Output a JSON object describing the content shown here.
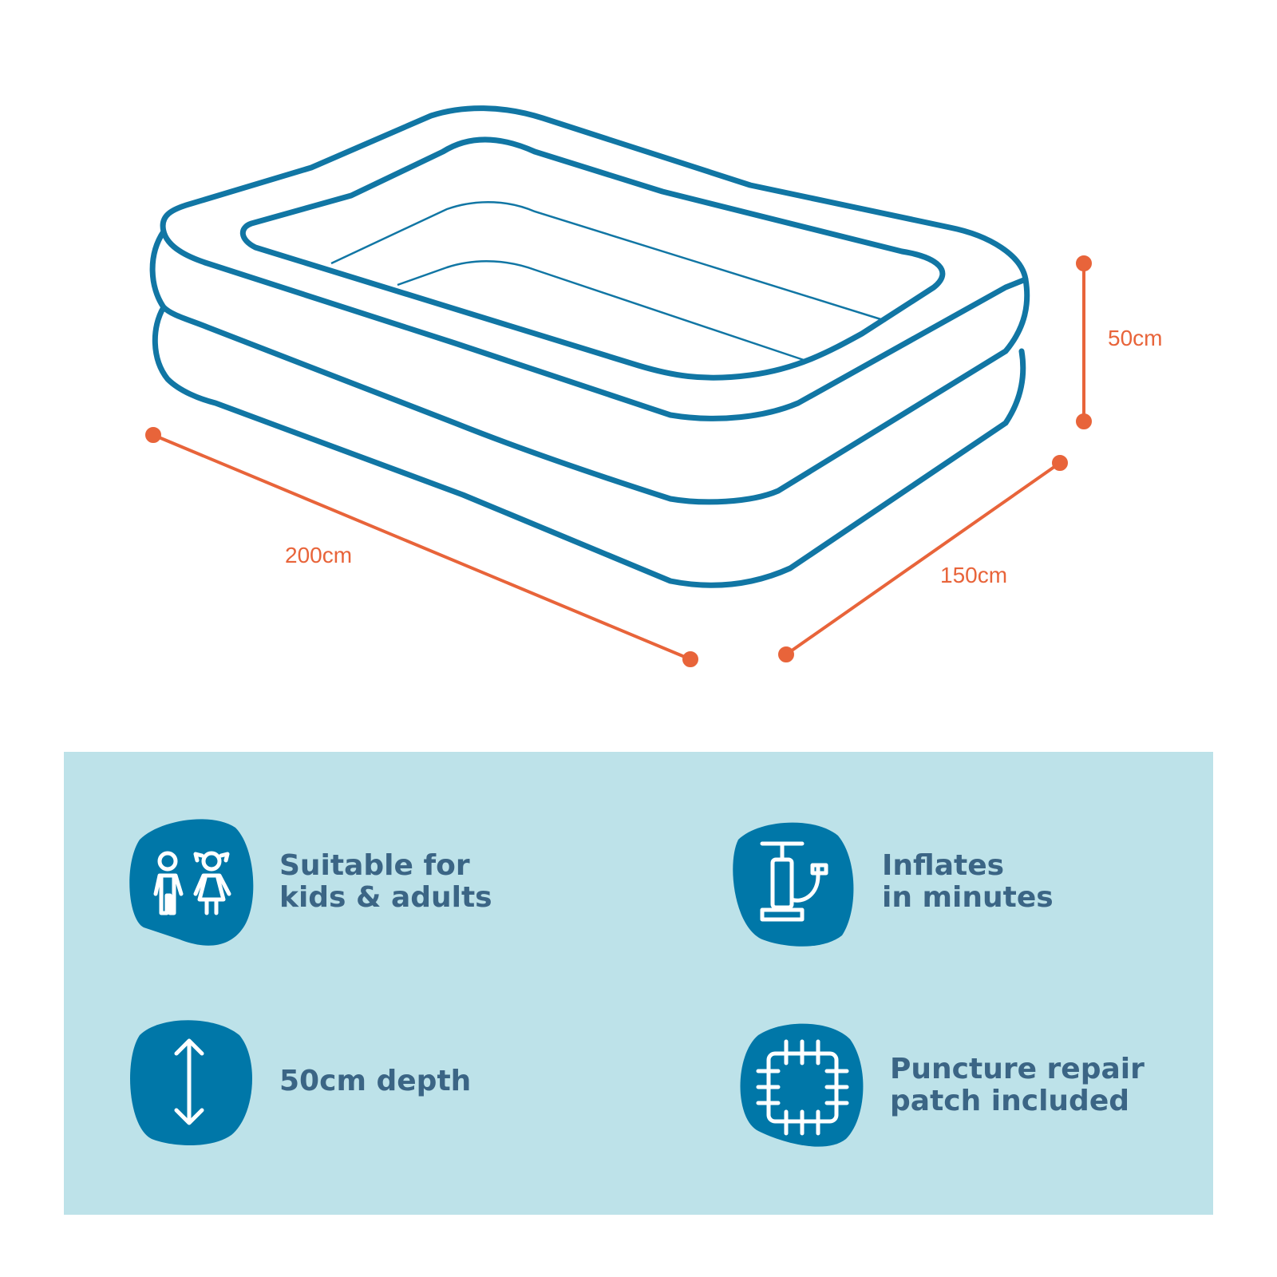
{
  "colors": {
    "pool_stroke": "#1176a4",
    "dimension": "#e8643a",
    "panel": "#bde2e9",
    "icon_blob": "#0077a8",
    "feature_text": "#3b6585"
  },
  "dimensions": {
    "length": "200cm",
    "width": "150cm",
    "height": "50cm"
  },
  "features": [
    {
      "icon": "kids-icon",
      "lines": [
        "Suitable for",
        "kids & adults"
      ]
    },
    {
      "icon": "pump-icon",
      "lines": [
        "Inflates",
        "in minutes"
      ]
    },
    {
      "icon": "vertical-arrow-icon",
      "lines": [
        "50cm depth"
      ]
    },
    {
      "icon": "repair-patch-icon",
      "lines": [
        "Puncture repair",
        "patch included"
      ]
    }
  ]
}
